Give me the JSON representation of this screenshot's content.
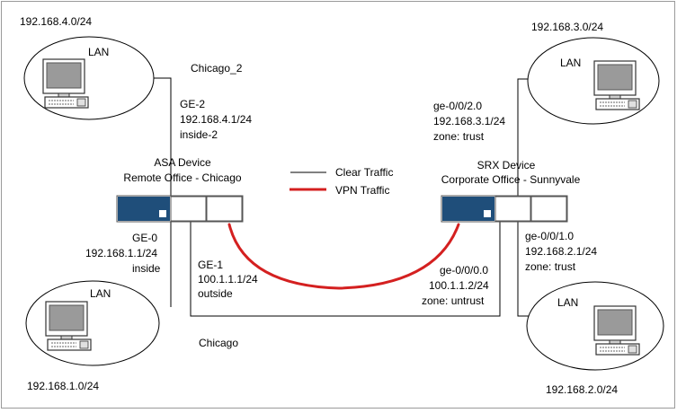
{
  "colors": {
    "frame": "#9a9a9a",
    "line": "#000000",
    "vpn": "#d42020",
    "device_port_active": "#1f4e7a"
  },
  "legend": {
    "clear_label": "Clear Traffic",
    "vpn_label": "VPN Traffic"
  },
  "asa": {
    "name": "ASA Device",
    "location": "Remote Office - Chicago",
    "ge2": {
      "name": "GE-2",
      "ip": "192.168.4.1/24",
      "zone": "inside-2"
    },
    "ge0": {
      "name": "GE-0",
      "ip": "192.168.1.1/24",
      "zone": "inside"
    },
    "ge1": {
      "name": "GE-1",
      "ip": "100.1.1.1/24",
      "zone": "outside"
    }
  },
  "srx": {
    "name": "SRX Device",
    "location": "Corporate Office - Sunnyvale",
    "ge020": {
      "name": "ge-0/0/2.0",
      "ip": "192.168.3.1/24",
      "zone": "zone: trust"
    },
    "ge010": {
      "name": "ge-0/0/1.0",
      "ip": "192.168.2.1/24",
      "zone": "zone: trust"
    },
    "ge000": {
      "name": "ge-0/0/0.0",
      "ip": "100.1.1.2/24",
      "zone": "zone: untrust"
    }
  },
  "labels": {
    "chicago2": "Chicago_2",
    "chicago": "Chicago"
  },
  "lans": {
    "topleft": {
      "label": "LAN",
      "subnet": "192.168.4.0/24",
      "icon": "computer-icon"
    },
    "topright": {
      "label": "LAN",
      "subnet": "192.168.3.0/24",
      "icon": "computer-icon"
    },
    "bottomleft": {
      "label": "LAN",
      "subnet": "192.168.1.0/24",
      "icon": "computer-icon"
    },
    "bottomright": {
      "label": "LAN",
      "subnet": "192.168.2.0/24",
      "icon": "computer-icon"
    }
  }
}
